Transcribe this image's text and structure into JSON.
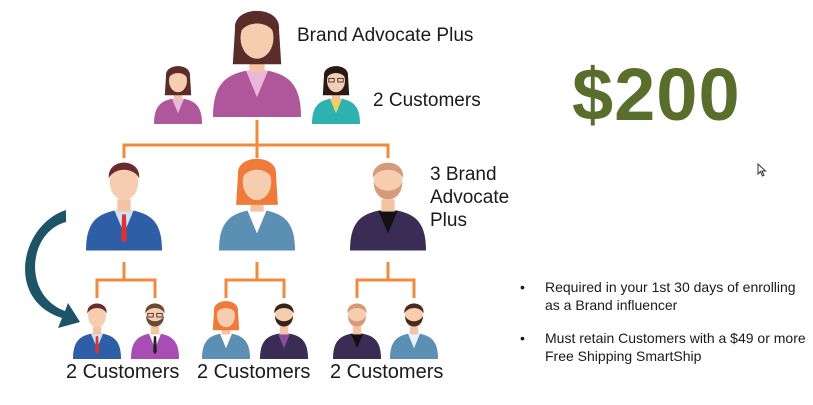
{
  "top": {
    "title": "Brand Advocate Plus",
    "customers": "2 Customers"
  },
  "middle": {
    "label_lines": [
      "3 Brand",
      "Advocate",
      "Plus"
    ]
  },
  "bottom": {
    "groups": [
      "2 Customers",
      "2 Customers",
      "2 Customers"
    ]
  },
  "price": "$200",
  "bullets": [
    "Required in your 1st 30 days of enrolling as a Brand influencer",
    "Must retain Customers with a $49 or more Free Shipping SmartShip"
  ],
  "colors": {
    "connector": "#f08a3c",
    "arrow": "#1d5468",
    "price": "#5a6e2c"
  }
}
